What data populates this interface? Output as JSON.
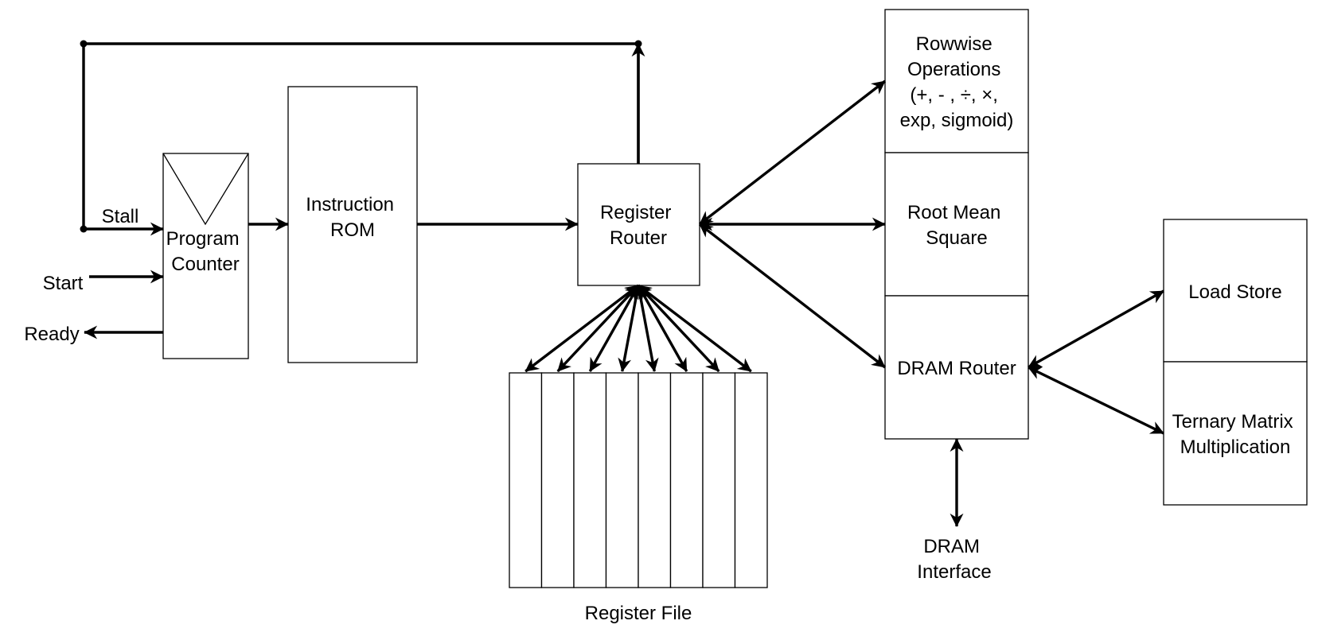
{
  "signals": {
    "stall": "Stall",
    "start": "Start",
    "ready": "Ready"
  },
  "blocks": {
    "program_counter": [
      "Program",
      "Counter"
    ],
    "instruction_rom": [
      "Instruction",
      "ROM"
    ],
    "register_router": [
      "Register",
      "Router"
    ],
    "register_file": "Register File",
    "rowwise_operations": [
      "Rowwise",
      "Operations",
      "(+, - , ÷, ×,",
      "exp, sigmoid)"
    ],
    "root_mean_square": [
      "Root Mean",
      "Square"
    ],
    "dram_router": "DRAM Router",
    "dram_interface": [
      "DRAM",
      "Interface"
    ],
    "load_store": "Load Store",
    "ternary_matrix_multiplication": [
      "Ternary Matrix",
      "Multiplication"
    ]
  },
  "register_file": {
    "register_count": 8
  }
}
